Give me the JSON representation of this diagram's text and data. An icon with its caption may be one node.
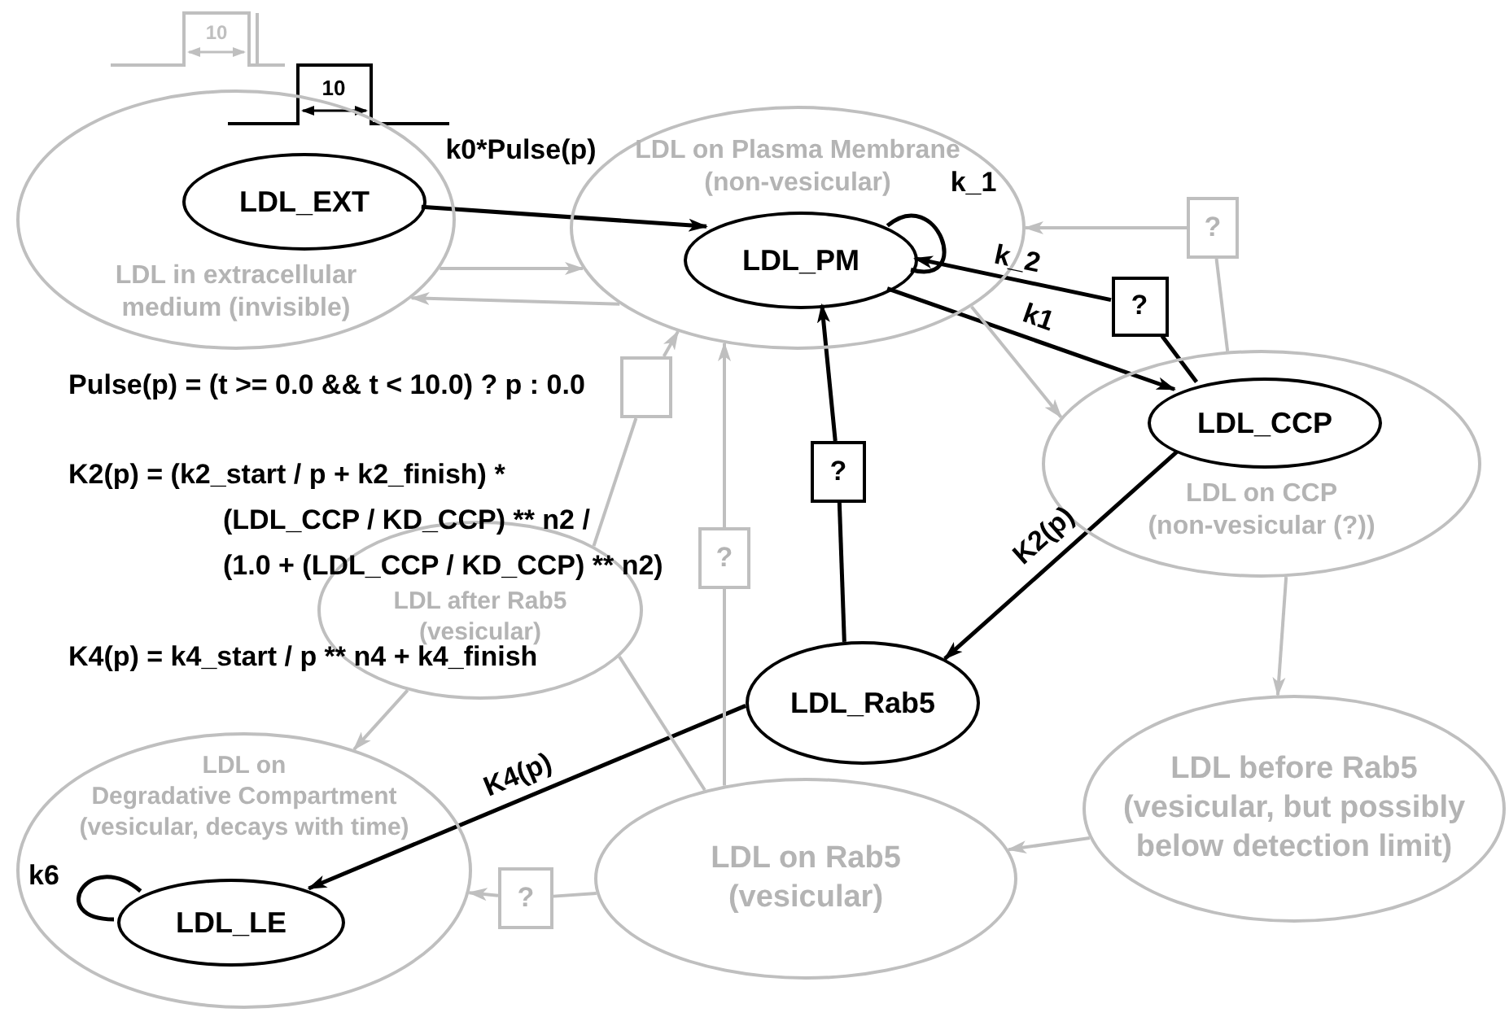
{
  "diagram": {
    "nodes": [
      {
        "text": [
          "LDL in extracellular medium (invisible)"
        ]
      },
      {
        "text": [
          "LDL on Plasma Membrane (non-vesicular)"
        ]
      },
      {
        "text": [
          "LDL on CCP (non-vesicular (?))"
        ]
      },
      {
        "text": [
          "LDL after Rab5 (vesicular)"
        ]
      },
      {
        "text": [
          "LDL on Degradative Compartment (vesicular, decays with time)"
        ]
      },
      {
        "text": [
          "LDL on Rab5 (vesicular)"
        ]
      },
      {
        "text": [
          "LDL before Rab5 (vesicular, but possibly below detection limit)"
        ]
      },
      {
        "text": [],
        "shape": "box"
      },
      {
        "text": [
          "?"
        ]
      },
      {
        "text": [
          "?"
        ]
      },
      {
        "text": [
          "?"
        ]
      },
      {
        "text": [
          "LDL_EXT"
        ],
        "in": 0
      },
      {
        "text": [
          "LDL_PM"
        ],
        "in": 1
      },
      {
        "text": [
          "?"
        ]
      },
      {
        "text": [
          "LDL_CCP"
        ],
        "in": 2
      },
      {
        "text": [
          "?"
        ]
      },
      {
        "text": [
          "LDL_Rab5"
        ]
      },
      {
        "text": [
          "LDL_LE"
        ],
        "in": 4
      }
    ],
    "edges": [
      {
        "from": 11,
        "to": 12,
        "arrow": "to",
        "label": "k0*Pulse(p)",
        "color": "#000000"
      },
      {
        "from": 12,
        "to": 12,
        "arrow": "none",
        "label": "k_1",
        "color": "#000000"
      },
      {
        "from": 12,
        "to": 14,
        "arrow": "to",
        "label": "k1",
        "color": "#000000"
      },
      {
        "from": 14,
        "to": 13,
        "arrow": "none",
        "color": "#000000"
      },
      {
        "from": 13,
        "to": 12,
        "arrow": "to",
        "label": "k_2",
        "color": "#000000"
      },
      {
        "from": 14,
        "to": 16,
        "arrow": "to",
        "label": "K2(p)",
        "color": "#000000"
      },
      {
        "from": 16,
        "to": 15,
        "arrow": "none",
        "color": "#000000"
      },
      {
        "from": 15,
        "to": 12,
        "arrow": "to",
        "color": "#000000"
      },
      {
        "from": 16,
        "to": 17,
        "arrow": "to",
        "label": "K4(p)",
        "color": "#000000"
      },
      {
        "from": 17,
        "to": 17,
        "arrow": "none",
        "label": "k6",
        "color": "#000000"
      },
      {
        "from": 0,
        "to": 1,
        "arrow": "to",
        "color": "#bfbfbf"
      },
      {
        "from": 1,
        "to": 0,
        "arrow": "to",
        "color": "#bfbfbf"
      },
      {
        "from": 1,
        "to": 2,
        "arrow": "to",
        "color": "#bfbfbf"
      },
      {
        "from": 2,
        "to": 8,
        "arrow": "none",
        "color": "#bfbfbf"
      },
      {
        "from": 8,
        "to": 1,
        "arrow": "to",
        "color": "#bfbfbf"
      },
      {
        "from": 3,
        "to": 7,
        "arrow": "none",
        "color": "#bfbfbf"
      },
      {
        "from": 7,
        "to": 1,
        "arrow": "to",
        "color": "#bfbfbf"
      },
      {
        "from": 5,
        "to": 9,
        "arrow": "none",
        "color": "#bfbfbf"
      },
      {
        "from": 9,
        "to": 1,
        "arrow": "to",
        "color": "#bfbfbf"
      },
      {
        "from": 2,
        "to": 6,
        "arrow": "to",
        "color": "#bfbfbf"
      },
      {
        "from": 6,
        "to": 5,
        "arrow": "to",
        "color": "#bfbfbf"
      },
      {
        "from": 5,
        "to": 10,
        "arrow": "none",
        "color": "#bfbfbf"
      },
      {
        "from": 10,
        "to": 4,
        "arrow": "to",
        "color": "#bfbfbf"
      },
      {
        "from": 3,
        "to": 4,
        "arrow": "to",
        "color": "#bfbfbf"
      },
      {
        "from": 5,
        "to": 3,
        "arrow": "none",
        "color": "#bfbfbf"
      }
    ],
    "labels": [
      "10",
      "10",
      "Pulse(p) = (t >= 0.0 && t < 10.0) ? p : 0.0",
      "K2(p) = (k2_start / p + k2_finish) *",
      "(LDL_CCP / KD_CCP) ** n2 /",
      "(1.0 + (LDL_CCP / KD_CCP) ** n2)",
      "K4(p) = k4_start / p ** n4 + k4_finish"
    ]
  }
}
